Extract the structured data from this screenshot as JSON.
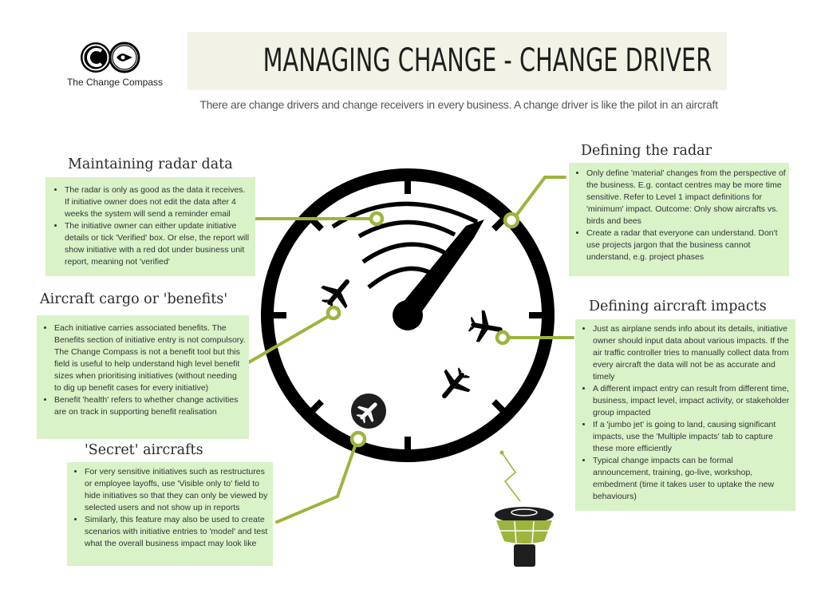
{
  "brand": {
    "logo_icon": "change-compass-logo",
    "name": "The Change Compass"
  },
  "header": {
    "title": "MANAGING CHANGE - CHANGE DRIVER",
    "subtitle": "There are change drivers and change receivers in every business.  A change driver is like the pilot in an aircraft"
  },
  "colors": {
    "accent_green": "#9bb53d",
    "box_fill": "#d9f2c8",
    "title_bar": "#f2f3e6",
    "radar_black": "#000000"
  },
  "sections": {
    "maintaining": {
      "heading": "Maintaining radar data",
      "bullets": [
        "The radar is only as good as the data it receives.  If initiative owner does not edit the data after 4 weeks the system will send a reminder email",
        "The initiative owner can either update initiative details or tick 'Verified' box.  Or else, the report will show initiative with a red dot under business unit report, meaning not 'verified'"
      ]
    },
    "cargo": {
      "heading": "Aircraft cargo or 'benefits'",
      "bullets": [
        "Each initiative carries associated benefits.  The Benefits section of initiative entry is not compulsory.  The Change Compass is not a benefit tool but this field is useful to help understand high level benefit sizes when prioritising initiatives (without needing to dig up benefit cases for every initiative)",
        "Benefit 'health' refers to whether change activities are on track in supporting benefit realisation"
      ]
    },
    "secret": {
      "heading": "'Secret' aircrafts",
      "bullets": [
        "For very sensitive initiatives such as restructures or employee layoffs, use 'Visible only to' field to hide initiatives so that they can only be viewed by selected users and not show up in reports",
        "Similarly, this feature may also be used to create scenarios with initiative entries to 'model' and test what the overall business impact may look like"
      ]
    },
    "defining_radar": {
      "heading": "Defining the radar",
      "bullets": [
        "Only define 'material' changes from the perspective of the business. E.g. contact centres may be more time sensitive.  Refer to Level 1 impact definitions for 'minimum' impact. Outcome: Only show aircrafts vs. birds and bees",
        "Create a radar that everyone can understand.  Don't use projects jargon that the business cannot understand, e.g. project phases"
      ]
    },
    "impacts": {
      "heading": "Defining aircraft impacts",
      "bullets": [
        "Just as airplane sends info about its details, initiative owner should input data about various impacts.  If the air traffic controller tries to manually collect data from every aircraft the data will not be as accurate and timely",
        "A different impact entry can result from different time, business, impact level, impact activity, or stakeholder group impacted",
        "If a 'jumbo jet' is going to land, causing significant impacts, use the 'Multiple impacts' tab to capture these more efficiently",
        "Typical change impacts can be formal announcement, training, go-live, workshop, embedment (time it takes user to uptake the new behaviours)"
      ]
    }
  },
  "diagram": {
    "center_icon": "radar-dial-icon",
    "aircraft_icons": [
      "airplane-icon",
      "airplane-icon",
      "airplane-icon",
      "airplane-mode-badge-icon"
    ],
    "tower_icon": "air-traffic-control-tower-icon"
  }
}
